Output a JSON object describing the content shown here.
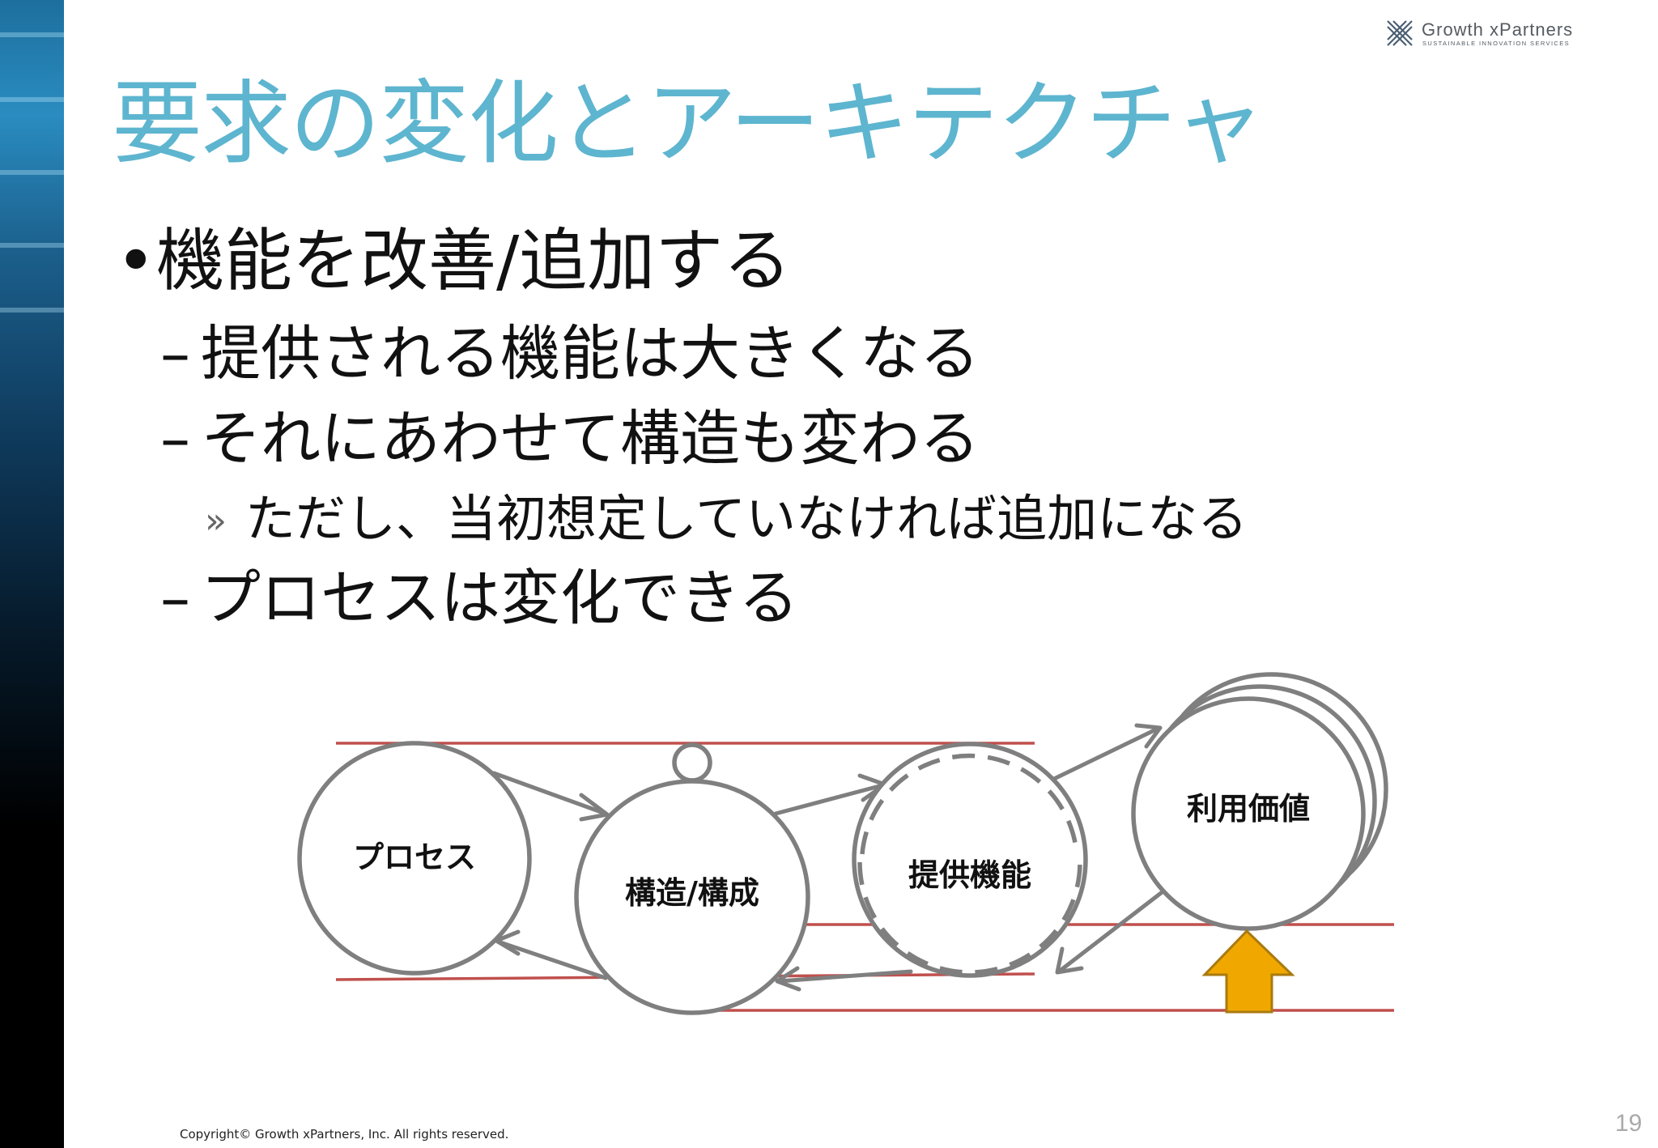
{
  "logo": {
    "name": "Growth xPartners",
    "tagline": "Sustainable Innovation Services",
    "icon": "crossed-lattice-logo-icon"
  },
  "title": "要求の変化とアーキテクチャ",
  "bullets": {
    "b1": {
      "marker": "•",
      "text": "機能を改善/追加する"
    },
    "b1_1": {
      "marker": "–",
      "text": "提供される機能は大きくなる"
    },
    "b1_2": {
      "marker": "–",
      "text": "それにあわせて構造も変わる"
    },
    "b1_2_1": {
      "marker": "»",
      "text": "ただし、当初想定していなければ追加になる"
    },
    "b1_3": {
      "marker": "–",
      "text": "プロセスは変化できる"
    }
  },
  "diagram": {
    "nodes": {
      "process": "プロセス",
      "structure": "構造/構成",
      "function": "提供機能",
      "value": "利用価値"
    },
    "colors": {
      "circle": "#7f7f7f",
      "guide_line": "#c0504d",
      "arrow_up": "#f0a800",
      "arrow_up_outline": "#a97a10"
    }
  },
  "footer": {
    "copyright": "Copyright© Growth xPartners, Inc. All rights reserved.",
    "page": "19"
  },
  "colors": {
    "title": "#5eb5cf",
    "body_text": "#111111",
    "page_number": "#aaaaaa"
  }
}
